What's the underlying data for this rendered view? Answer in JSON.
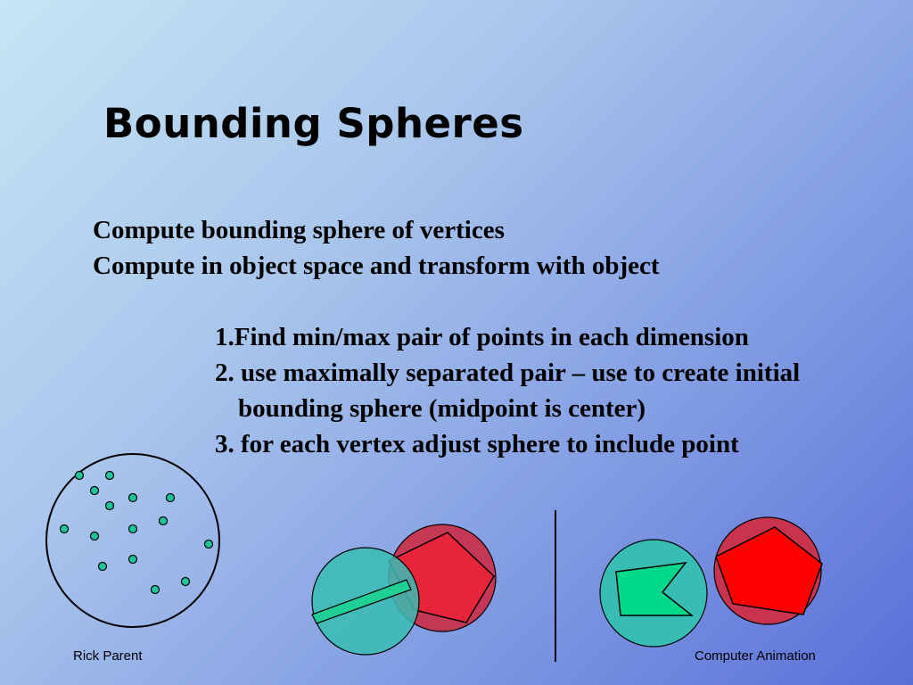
{
  "slide": {
    "title": "Bounding Spheres",
    "intro_lines": [
      "Compute bounding sphere of vertices",
      "Compute in object space and transform with object"
    ],
    "steps": [
      "1.Find min/max pair of points in each dimension",
      "2. use maximally separated pair – use to create initial",
      "bounding sphere (midpoint is center)",
      "3. for each vertex adjust sphere to include point"
    ]
  },
  "footer": {
    "left": "Rick Parent",
    "right": "Computer Animation"
  },
  "colors": {
    "teal_sphere": "#38bdb4",
    "red_sphere": "#c8334d",
    "polygon_red": "#ff0000",
    "polygon_green": "#00d98c",
    "vertex_dot": "#1fc49a"
  }
}
